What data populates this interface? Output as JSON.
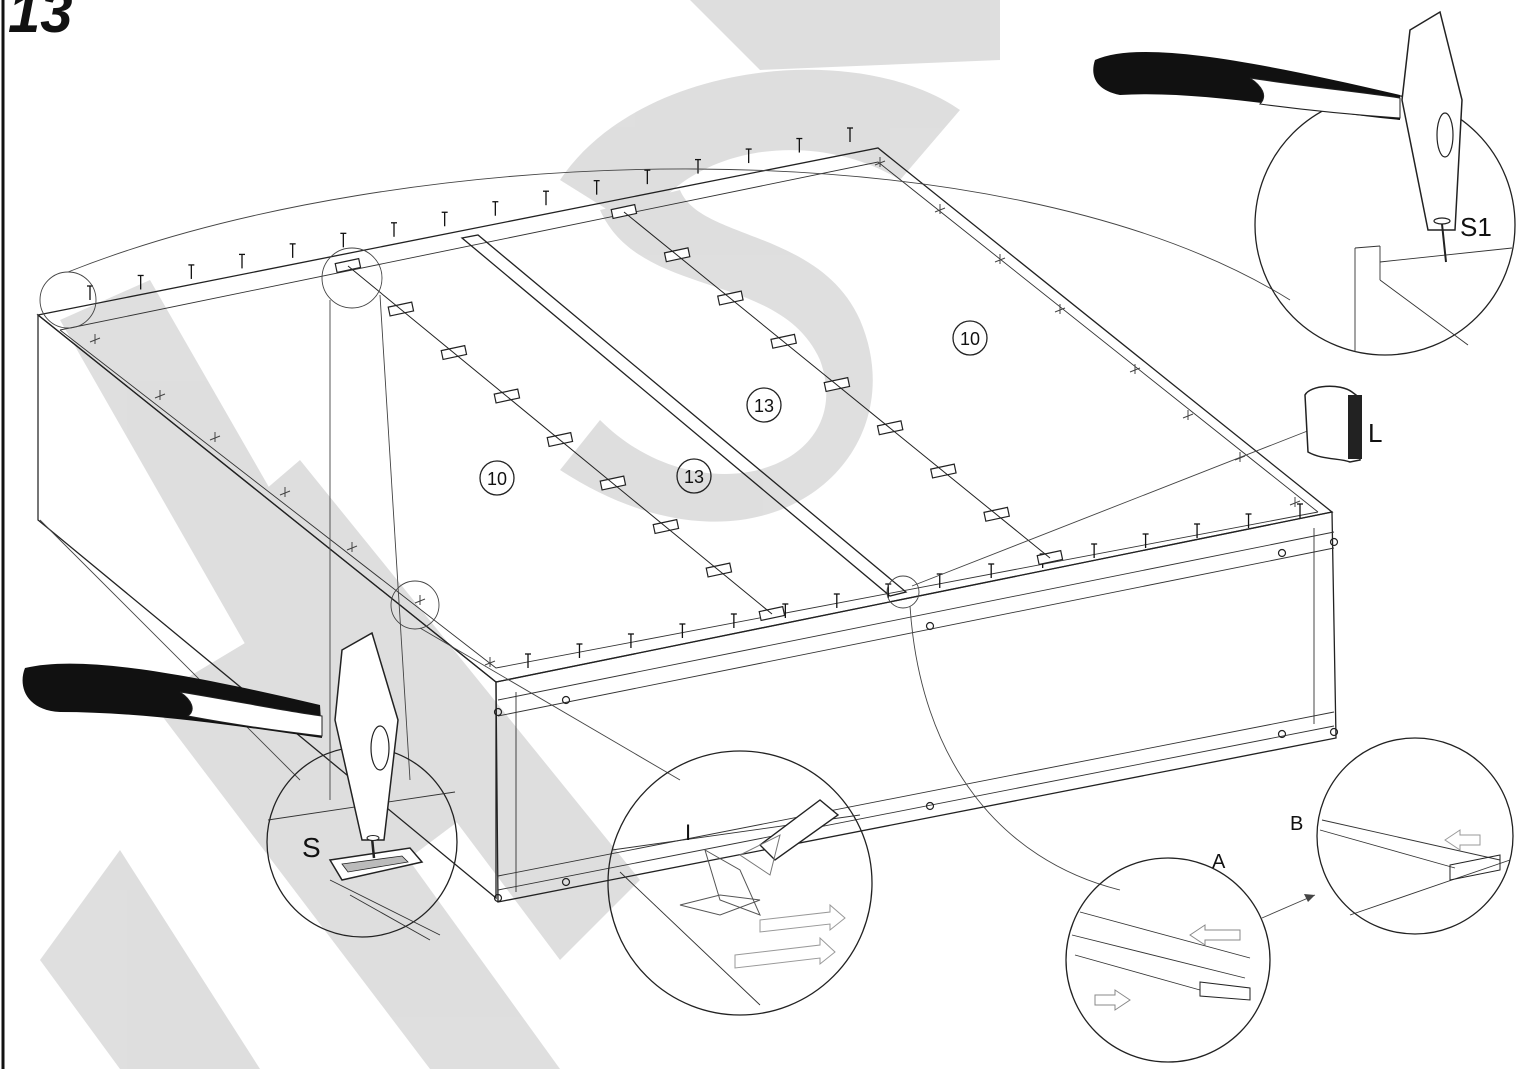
{
  "step_number": "13",
  "labels": {
    "panel_left": "10",
    "panel_right": "10",
    "divider_left": "13",
    "divider_right": "13",
    "hammer_nail_top": "S1",
    "hammer_staple_bottom": "S",
    "connector_detail": "I",
    "joint_step_a": "A",
    "joint_step_b": "B",
    "glue_bottle": "L"
  },
  "colors": {
    "line": "#222222",
    "watermark": "#d9d9d9",
    "handle": "#111111"
  }
}
